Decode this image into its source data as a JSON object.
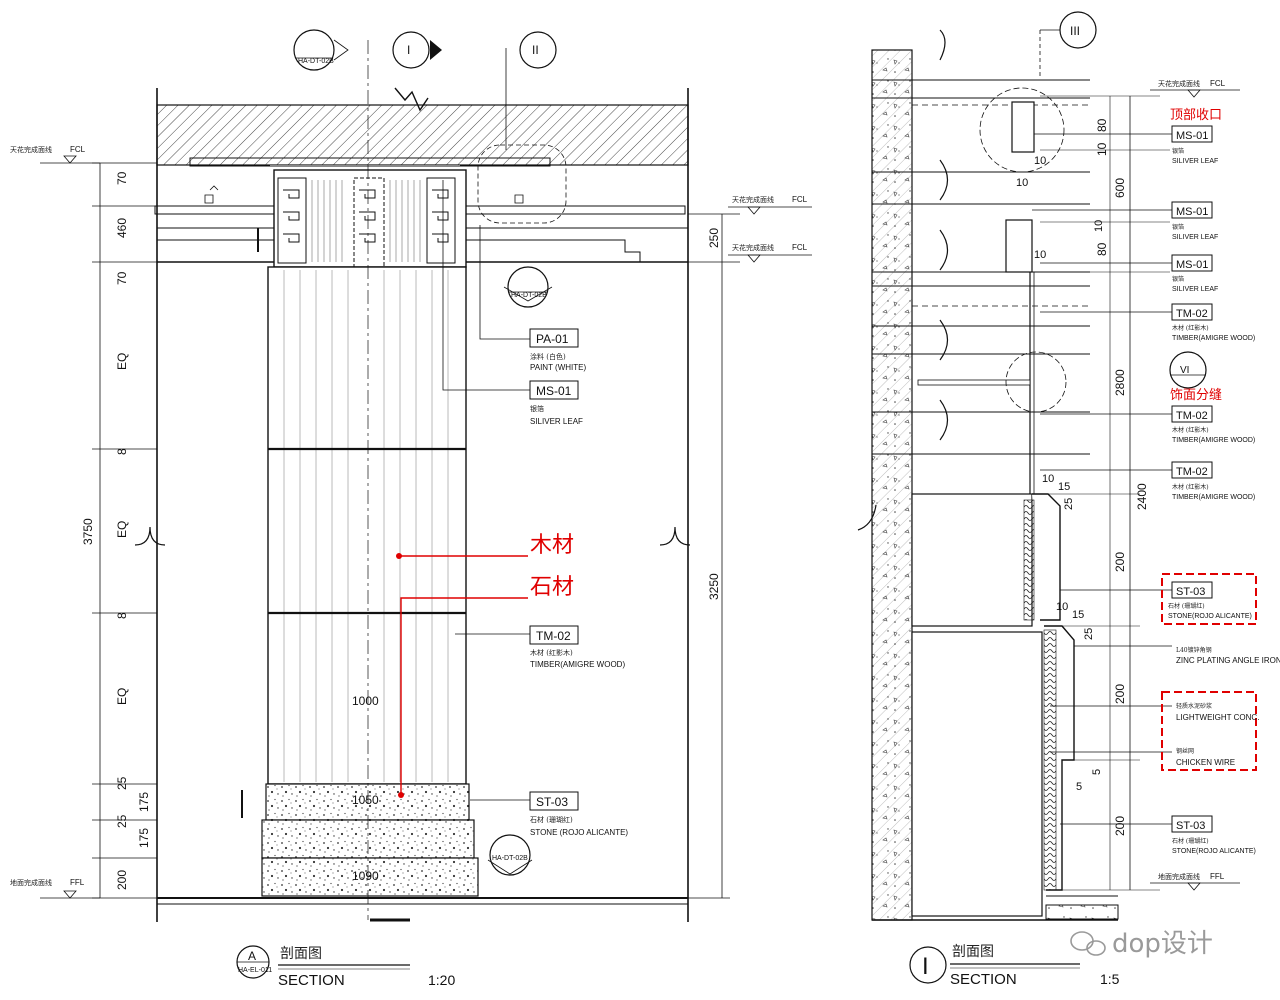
{
  "left": {
    "levels": {
      "fcl_top_cn": "天花完成面线",
      "fcl_top": "FCL",
      "fcl_mid1_cn": "天花完成面线",
      "fcl_mid1": "FCL",
      "fcl_mid2_cn": "天花完成面线",
      "fcl_mid2": "FCL",
      "ffl_cn": "地面完成面线",
      "ffl": "FFL"
    },
    "callouts": {
      "ref1": "HA-DT-02B",
      "ref2": "HA-DT-02B",
      "ref3": "HA-DT-02B",
      "sec_I": "I",
      "sec_II": "II"
    },
    "dims_left": {
      "d70a": "70",
      "d460": "460",
      "d70b": "70",
      "eq1": "EQ",
      "d8a": "8",
      "eq2": "EQ",
      "d8b": "8",
      "eq3": "EQ",
      "d25a": "25",
      "d175a": "175",
      "d25b": "25",
      "d175b": "175",
      "d200": "200",
      "total": "3750"
    },
    "dims_right": {
      "d250": "250",
      "d3250": "3250"
    },
    "dims_width": {
      "w1000": "1000",
      "w1050": "1050",
      "w1090": "1090"
    },
    "tags": [
      {
        "code": "PA-01",
        "cn": "涂料 (白色)",
        "en": "PAINT (WHITE)"
      },
      {
        "code": "MS-01",
        "cn": "银箔",
        "en": "SILIVER LEAF"
      },
      {
        "code": "TM-02",
        "cn": "木材 (红影木)",
        "en": "TIMBER(AMIGRE WOOD)"
      },
      {
        "code": "ST-03",
        "cn": "石材 (珊瑚红)",
        "en": "STONE (ROJO ALICANTE)"
      }
    ],
    "annot_wood": "木材",
    "annot_stone": "石材",
    "title_mark": "A",
    "title_ref": "HA-EL-011",
    "title_cn": "剖面图",
    "title_en": "SECTION",
    "scale": "1:20"
  },
  "right": {
    "levels": {
      "fcl_cn": "天花完成面线",
      "fcl": "FCL",
      "ffl_cn": "地面完成面线",
      "ffl": "FFL"
    },
    "callout_III": "III",
    "callout_VI": "VI",
    "annot_top": "顶部收口",
    "annot_joint": "饰面分缝",
    "small_dims": {
      "a10": "10",
      "b10": "10",
      "c10": "10",
      "d10": "10",
      "e10": "10",
      "f15": "15",
      "g25": "25",
      "h10": "10",
      "i15": "15",
      "j25": "25",
      "k5": "5",
      "l5": "5"
    },
    "dims": {
      "d80a": "80",
      "d10a": "10",
      "d600": "600",
      "d10b": "10",
      "d80b": "80",
      "d2800": "2800",
      "d2400": "2400",
      "d200a": "200",
      "d200b": "200",
      "d200c": "200"
    },
    "tags": [
      {
        "code": "MS-01",
        "cn": "银箔",
        "en": "SILIVER LEAF"
      },
      {
        "code": "MS-01",
        "cn": "银箔",
        "en": "SILIVER LEAF"
      },
      {
        "code": "MS-01",
        "cn": "银箔",
        "en": "SILIVER LEAF"
      },
      {
        "code": "TM-02",
        "cn": "木材 (红影木)",
        "en": "TIMBER(AMIGRE WOOD)"
      },
      {
        "code": "TM-02",
        "cn": "木材 (红影木)",
        "en": "TIMBER(AMIGRE WOOD)"
      },
      {
        "code": "TM-02",
        "cn": "木材 (红影木)",
        "en": "TIMBER(AMIGRE WOOD)"
      },
      {
        "code": "ST-03",
        "cn": "石材 (珊瑚红)",
        "en": "STONE(ROJO ALICANTE)"
      },
      {
        "code": "ST-03",
        "cn": "石材 (珊瑚红)",
        "en": "STONE(ROJO ALICANTE)"
      }
    ],
    "angle_iron_cn": "L40镀锌角钢",
    "angle_iron_en": "ZINC PLATING ANGLE IRON",
    "lw_cn": "轻质水泥砂浆",
    "lw_en": "LIGHTWEIGHT CONC.",
    "cw_cn": "钢丝网",
    "cw_en": "CHICKEN WIRE",
    "title_mark": "I",
    "title_cn": "剖面图",
    "title_en": "SECTION",
    "scale": "1:5"
  },
  "watermark": "dop设计",
  "colors": {
    "ink": "#111111",
    "annotation_red": "#e00000"
  }
}
